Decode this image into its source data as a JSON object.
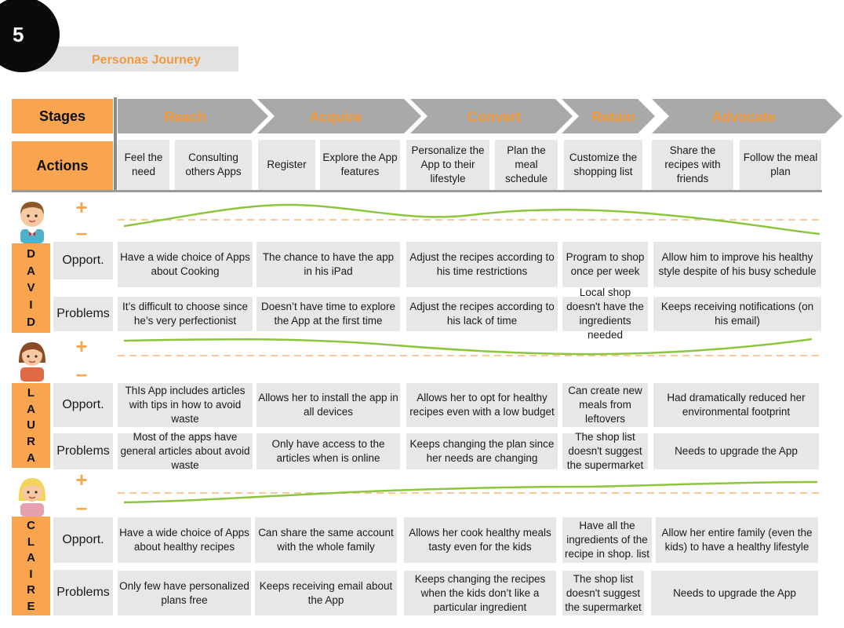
{
  "header": {
    "number": "5",
    "title": "Personas Journey"
  },
  "labels": {
    "stages": "Stages",
    "actions": "Actions",
    "plus": "+",
    "minus": "–"
  },
  "stages": [
    "Reach",
    "Acquire",
    "Convert",
    "Retain",
    "Advocate"
  ],
  "actions": [
    "Feel the need",
    "Consulting others Apps",
    "Register",
    "Explore the App features",
    "Personalize the App to their lifestyle",
    "Plan the meal schedule",
    "Customize the shopping list",
    "Share the recipes with friends",
    "Follow the meal plan"
  ],
  "personas": [
    {
      "name": [
        "D",
        "A",
        "V",
        "I",
        "D"
      ],
      "opp_label": "Opport.",
      "prob_label": "Problems",
      "opportunities": [
        "Have a wide choice of Apps about Cooking",
        "The chance to have the app in his iPad",
        "Adjust the recipes according to his time restrictions",
        "Program to  shop once per week",
        "Allow him to improve his healthy style despite of his busy schedule"
      ],
      "problems": [
        "It’s difficult to choose since he’s very perfectionist",
        "Doesn’t have time to explore the App at the first time",
        "Adjust the recipes according to his lack of time",
        "Local shop doesn't have the ingredients needed",
        "Keeps receiving notifications (on his email)"
      ]
    },
    {
      "name": [
        "L",
        "A",
        "U",
        "R",
        "A"
      ],
      "opp_label": "Opport.",
      "prob_label": "Problems",
      "opportunities": [
        "ThIs  App includes articles with tips in how to avoid waste",
        "Allows her to install the app in all devices",
        "Allows her to opt for healthy recipes even with a low budget",
        "Can create new meals from leftovers",
        "Had dramatically reduced her environmental footprint"
      ],
      "problems": [
        "Most of the  apps have general articles about avoid waste",
        "Only have access to the articles when is online",
        "Keeps changing the plan since her needs are changing",
        "The shop list doesn't suggest the supermarket",
        "Needs to upgrade the App"
      ]
    },
    {
      "name": [
        "C",
        "L",
        "A",
        "I",
        "R",
        "E"
      ],
      "opp_label": "Opport.",
      "prob_label": "Problems",
      "opportunities": [
        "Have a wide choice of Apps about healthy recipes",
        "Can share the same account with the whole family",
        "Allows her cook healthy meals tasty even for the kids",
        "Have all the ingredients of the recipe  in shop. list",
        "Allow her entire family (even the kids) to have a healthy lifestyle"
      ],
      "problems": [
        "Only few have personalized plans free",
        "Keeps receiving email about the App",
        "Keeps changing the recipes when the kids don’t like a particular ingredient",
        "The shop list doesn't suggest the supermarket",
        "Needs to upgrade the App"
      ]
    }
  ],
  "colors": {
    "accent": "#f9a54f",
    "title": "#f29a3c",
    "cell": "#e7e7e7",
    "arrow": "#a9a9a9",
    "curve": "#8cc63f"
  }
}
